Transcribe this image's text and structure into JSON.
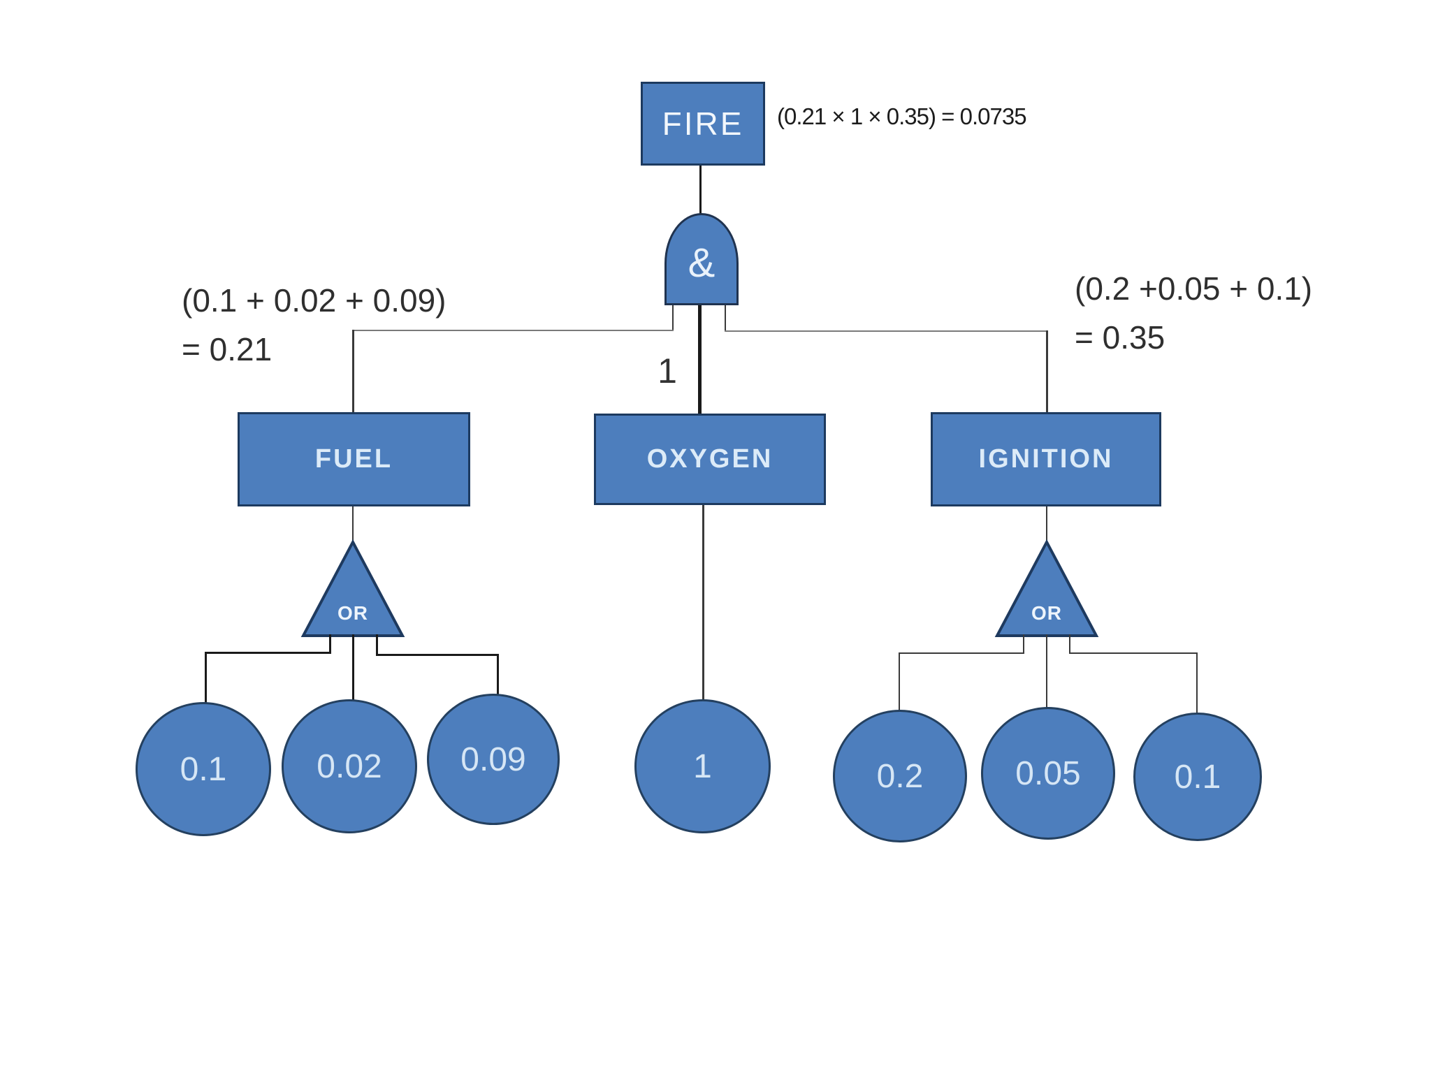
{
  "diagram": {
    "type": "fault-tree",
    "root": {
      "label": "FIRE",
      "formula": "(0.21 × 1 × 0.35) = 0.0735"
    },
    "and_gate": {
      "symbol": "&"
    },
    "fuel": {
      "label": "FUEL",
      "gate_label": "OR",
      "formula_line1": "(0.1 + 0.02 + 0.09)",
      "formula_line2": "= 0.21",
      "events": [
        "0.1",
        "0.02",
        "0.09"
      ]
    },
    "oxygen": {
      "label": "OXYGEN",
      "input_label": "1",
      "events": [
        "1"
      ]
    },
    "ignition": {
      "label": "IGNITION",
      "gate_label": "OR",
      "formula_line1": "(0.2 +0.05 + 0.1)",
      "formula_line2": "= 0.35",
      "events": [
        "0.2",
        "0.05",
        "0.1"
      ]
    },
    "colors": {
      "node_fill": "#4d7ebd",
      "node_border": "#1d3a5f",
      "connector_gray": "#7a7a7a",
      "connector_dark": "#1a1a1a",
      "text_on_blue": "#e9f2fb",
      "annotation_text": "#2f2f2f"
    }
  }
}
